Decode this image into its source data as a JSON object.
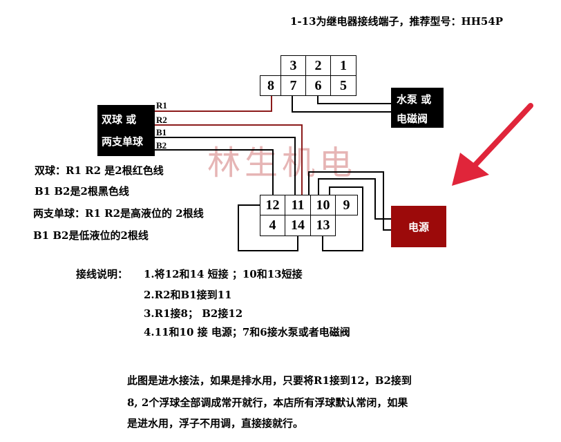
{
  "header": "1-13为继电器接线端子，推荐型号：HH54P",
  "watermark": "林生机电",
  "relay_top": {
    "row1": [
      "3",
      "2",
      "1"
    ],
    "row2": [
      "8",
      "7",
      "6",
      "5"
    ]
  },
  "relay_bottom": {
    "row1": [
      "12",
      "11",
      "10",
      "9"
    ],
    "row2": [
      "4",
      "14",
      "13"
    ]
  },
  "float_box": {
    "line1": "双球 或",
    "line2": "两支单球"
  },
  "float_wires": [
    "R1",
    "R2",
    "B1",
    "B2"
  ],
  "pump_box": {
    "line1": "水泵 或",
    "line2": "电磁阀"
  },
  "power_label": "电源",
  "legend": [
    "双球：R1 R2 是2根红色线",
    "B1 B2是2根黑色线",
    "两支单球：R1 R2是高液位的 2根线",
    "B1 B2是低液位的2根线"
  ],
  "instructions": {
    "title": "接线说明：",
    "steps": [
      "1.将12和14 短接 ；10和13短接",
      "2.R2和B1接到11",
      "3.R1接8；   B2接12",
      "4.11和10 接 电源；7和6接水泵或者电磁阀"
    ]
  },
  "note": [
    "此图是进水接法，如果是排水用，只要将R1接到12，B2接到",
    "8, 2个浮球全部调成常开就行，本店所有浮球默认常闭，如果",
    "是进水用，浮子不用调，直接接就行。"
  ],
  "colors": {
    "red_wire": "#8b1a1a",
    "power_fill": "#9c0a0a",
    "arrow": "#e0253a"
  },
  "icons": [
    "arrow-icon"
  ]
}
